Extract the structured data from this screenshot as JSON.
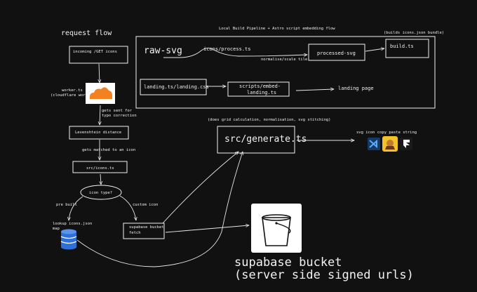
{
  "request_flow": {
    "title": "request flow",
    "incoming_get": "incoming /GET icons",
    "worker_label_line1": "worker.ts",
    "worker_label_line2": "(cloudflare worker)",
    "typo_note_line1": "gets sent for",
    "typo_note_line2": "typo correction",
    "levenshtein": "Levenshtein distance",
    "matched_note": "gets matched to an icon",
    "icons_ts": "src/icons.ts",
    "icon_type": "icon type?",
    "pre_built": "pre built",
    "custom_icon": "custom icon",
    "lookup_line1": "lookup icons.json",
    "lookup_line2": "map",
    "supabase_fetch_line1": "supabase bucket",
    "supabase_fetch_line2": "fetch"
  },
  "build_pipeline": {
    "title": "Local Build Pipeline + Astro script embedding flow",
    "bundle_note": "(builds icons.json bundle)",
    "raw_svg": "raw-svg",
    "process_ts": "icons/process.ts",
    "normalise_note": "normalise/scale tile",
    "processed_svg": "processed-svg",
    "build_ts": "build.ts",
    "landing_ts": "landing.ts/landing.css",
    "embed_line1": "scripts/embed-",
    "embed_line2": "landing.ts",
    "landing_page": "landing page"
  },
  "generate": {
    "note": "(does grid calculation, normalisation, svg stitching)",
    "label": "src/generate.ts",
    "output_note": "svg icon copy paste string"
  },
  "bucket": {
    "line1": "supabase bucket",
    "line2": "(server side signed urls)"
  },
  "colors": {
    "background": "#111111",
    "stroke": "#f2f2f2",
    "cloudflare_orange": "#f48120",
    "database_blue": "#2f6fd8",
    "icon_dark_blue": "#123a66",
    "icon_yellow": "#f2c22a",
    "icon_black": "#1a1a1a"
  },
  "icons": [
    "cloudflare-icon",
    "database-icon",
    "bucket-icon",
    "vscode-icon",
    "clash-icon",
    "framer-icon"
  ]
}
